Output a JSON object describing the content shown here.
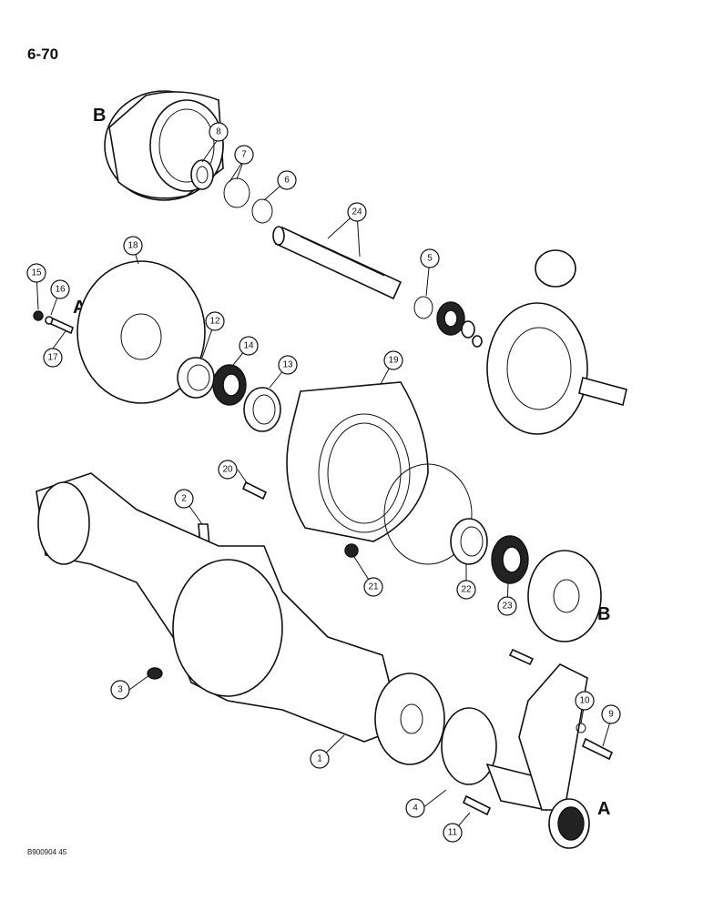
{
  "page_number": "6-70",
  "figure_code": "B900904 45",
  "letters": {
    "b_top": "B",
    "a_left": "A",
    "b_right": "B",
    "a_bottom": "A"
  },
  "callouts": {
    "c1": "1",
    "c2": "2",
    "c3": "3",
    "c4": "4",
    "c5": "5",
    "c6": "6",
    "c7": "7",
    "c8": "8",
    "c9": "9",
    "c10": "10",
    "c11": "11",
    "c12": "12",
    "c13": "13",
    "c14": "14",
    "c15": "15",
    "c16": "16",
    "c17": "17",
    "c18": "18",
    "c19": "19",
    "c20": "20",
    "c21": "21",
    "c22": "22",
    "c23": "23",
    "c24": "24"
  }
}
